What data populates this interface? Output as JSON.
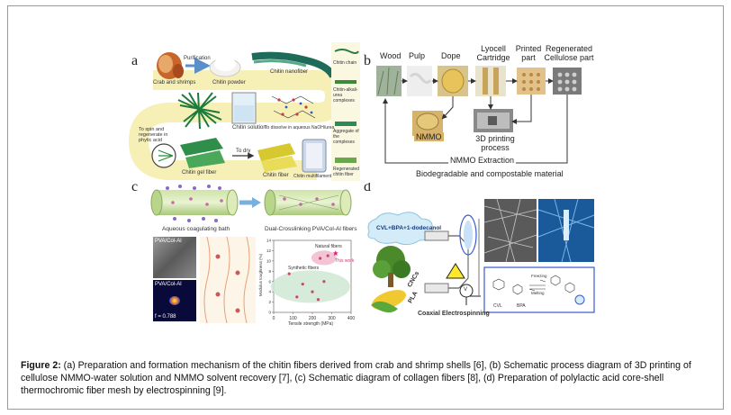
{
  "panel_a": {
    "label": "a",
    "crab": "Crab and shrimps",
    "purification": "Purification",
    "powder": "Chitin powder",
    "nanofiber": "Chitin nanofiber",
    "solution": "Chitin solution",
    "dissolve": "To dissolve in aqueous NaOH/urea",
    "spin": "To spin and regenerate in phytic acid",
    "gel": "Chitin gel fiber",
    "dry": "To dry",
    "fiber": "Chitin fiber",
    "multifilament": "Chitin multifilament",
    "legend": [
      "Chitin chain",
      "Chitin-alkali-urea complexes",
      "Aggregate of the complexes",
      "Regenerated chitin fiber"
    ]
  },
  "panel_b": {
    "label": "b",
    "wood": "Wood",
    "pulp": "Pulp",
    "dope": "Dope",
    "cartridge": "Lyocell Cartridge",
    "printed": "Printed part",
    "regenerated": "Regenerated Cellulose part",
    "nmmo": "NMMO",
    "printing": "3D printing process",
    "extraction": "NMMO Extraction",
    "material": "Biodegradable and compostable material"
  },
  "panel_c": {
    "label": "c",
    "bath": "Aqueous coagulating bath",
    "crosslink": "Dual-Crosslinking PVA/Col-Al fibers",
    "pvacol": "PVA/Col-Al",
    "fvalue": "f = 0.788",
    "natural": "Natural fibers",
    "synthetic": "Synthetic fibers",
    "thiswork": "This work",
    "xlabel": "Tensile strength (MPa)",
    "ylabel": "Modulus toughness (%)"
  },
  "panel_d": {
    "label": "d",
    "cvl": "CVL+BPA+1-dodecanol",
    "cncs": "CNCs",
    "pla": "PLA",
    "coaxial": "Coaxial Electrospinning",
    "v": "V",
    "freezing": "Freezing",
    "melting": "Melting",
    "cvl_short": "CVL",
    "bpa": "BPA"
  },
  "chart_data": {
    "type": "scatter",
    "xlabel": "Tensile strength (MPa)",
    "ylabel": "Modulus toughness (%)",
    "xlim": [
      0,
      400
    ],
    "ylim": [
      0,
      14
    ],
    "xticks": [
      0,
      100,
      200,
      300,
      400
    ],
    "yticks": [
      0,
      2,
      4,
      6,
      8,
      10,
      12,
      14
    ],
    "series": [
      {
        "name": "Synthetic fibers",
        "points": [
          [
            80,
            7.5
          ],
          [
            150,
            5.5
          ],
          [
            200,
            4
          ],
          [
            260,
            6
          ],
          [
            120,
            3
          ],
          [
            230,
            2.5
          ]
        ]
      },
      {
        "name": "Natural fibers",
        "points": [
          [
            240,
            10.5
          ],
          [
            280,
            11
          ]
        ]
      },
      {
        "name": "This work",
        "points": [
          [
            320,
            11.5
          ]
        ]
      }
    ]
  },
  "caption": {
    "bold": "Figure 2:",
    "text": " (a) Preparation and formation mechanism of the chitin fibers derived from crab and shrimp shells [6], (b) Schematic process diagram of 3D printing of cellulose NMMO-water solution and NMMO solvent recovery [7], (c) Schematic diagram of collagen fibers [8], (d) Preparation of polylactic acid core-shell thermochromic fiber mesh by electrospinning [9]."
  }
}
